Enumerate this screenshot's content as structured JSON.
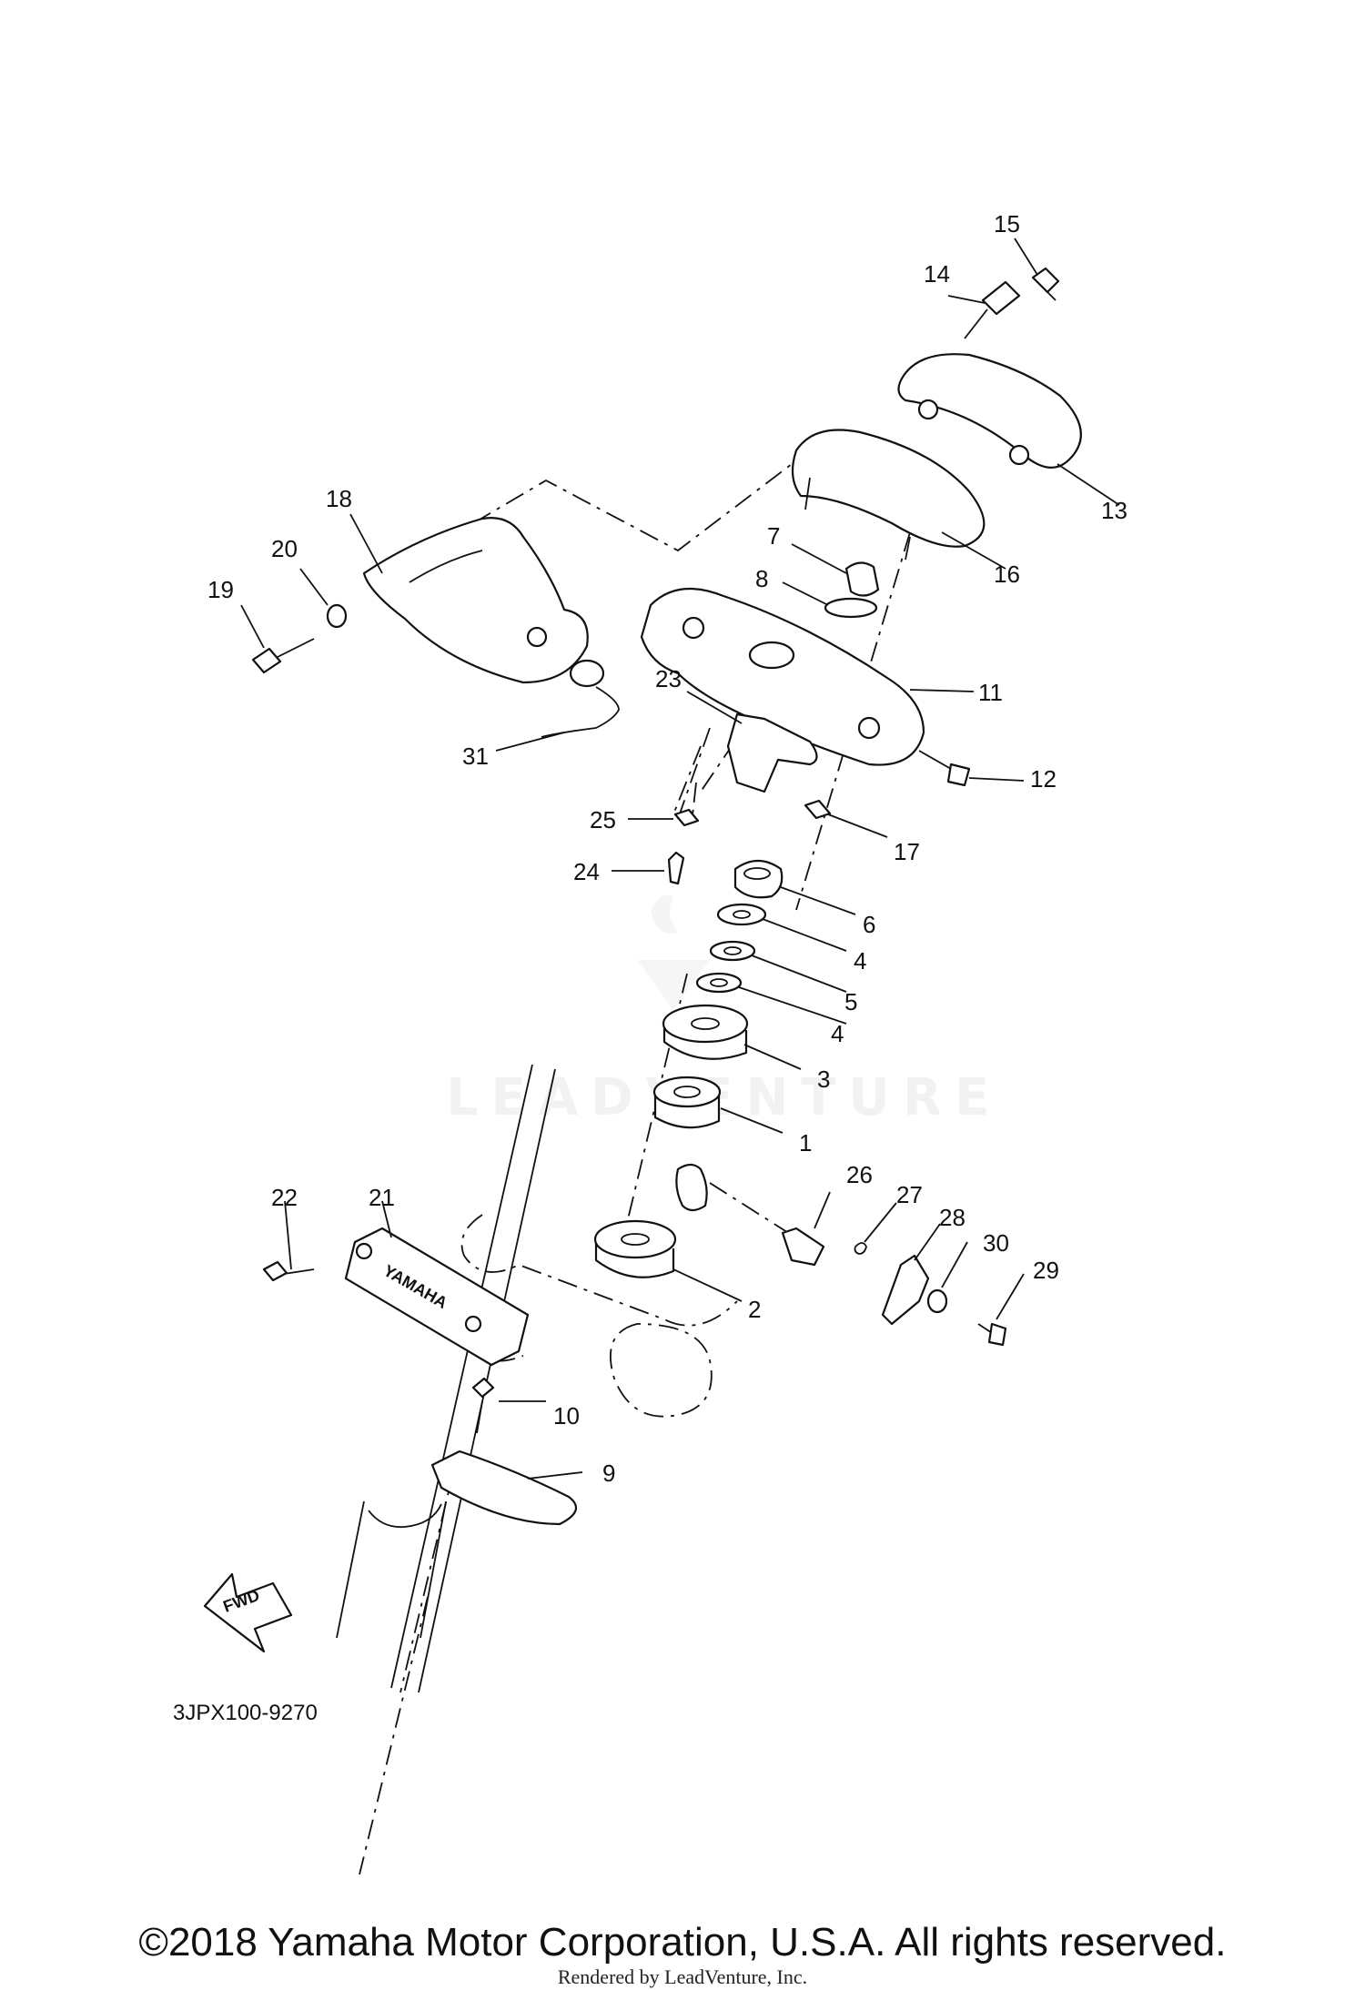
{
  "diagram": {
    "callouts": [
      {
        "id": "c15",
        "label": "15"
      },
      {
        "id": "c14",
        "label": "14"
      },
      {
        "id": "c13",
        "label": "13"
      },
      {
        "id": "c16",
        "label": "16"
      },
      {
        "id": "c18",
        "label": "18"
      },
      {
        "id": "c20",
        "label": "20"
      },
      {
        "id": "c19",
        "label": "19"
      },
      {
        "id": "c7",
        "label": "7"
      },
      {
        "id": "c8",
        "label": "8"
      },
      {
        "id": "c11",
        "label": "11"
      },
      {
        "id": "c23",
        "label": "23"
      },
      {
        "id": "c31",
        "label": "31"
      },
      {
        "id": "c12",
        "label": "12"
      },
      {
        "id": "c25",
        "label": "25"
      },
      {
        "id": "c17",
        "label": "17"
      },
      {
        "id": "c24",
        "label": "24"
      },
      {
        "id": "c6",
        "label": "6"
      },
      {
        "id": "c4a",
        "label": "4"
      },
      {
        "id": "c5",
        "label": "5"
      },
      {
        "id": "c4b",
        "label": "4"
      },
      {
        "id": "c3",
        "label": "3"
      },
      {
        "id": "c1",
        "label": "1"
      },
      {
        "id": "c26",
        "label": "26"
      },
      {
        "id": "c27",
        "label": "27"
      },
      {
        "id": "c28",
        "label": "28"
      },
      {
        "id": "c30",
        "label": "30"
      },
      {
        "id": "c29",
        "label": "29"
      },
      {
        "id": "c22",
        "label": "22"
      },
      {
        "id": "c21",
        "label": "21"
      },
      {
        "id": "c2",
        "label": "2"
      },
      {
        "id": "c10",
        "label": "10"
      },
      {
        "id": "c9",
        "label": "9"
      }
    ],
    "emblem_text": "YAMAHA",
    "fwd_arrow_text": "FWD",
    "diagram_code": "3JPX100-9270",
    "watermark": "LEADVENTURE"
  },
  "footer": {
    "copyright": "©2018 Yamaha Motor Corporation, U.S.A. All rights reserved.",
    "rendered_by": "Rendered by LeadVenture, Inc."
  }
}
